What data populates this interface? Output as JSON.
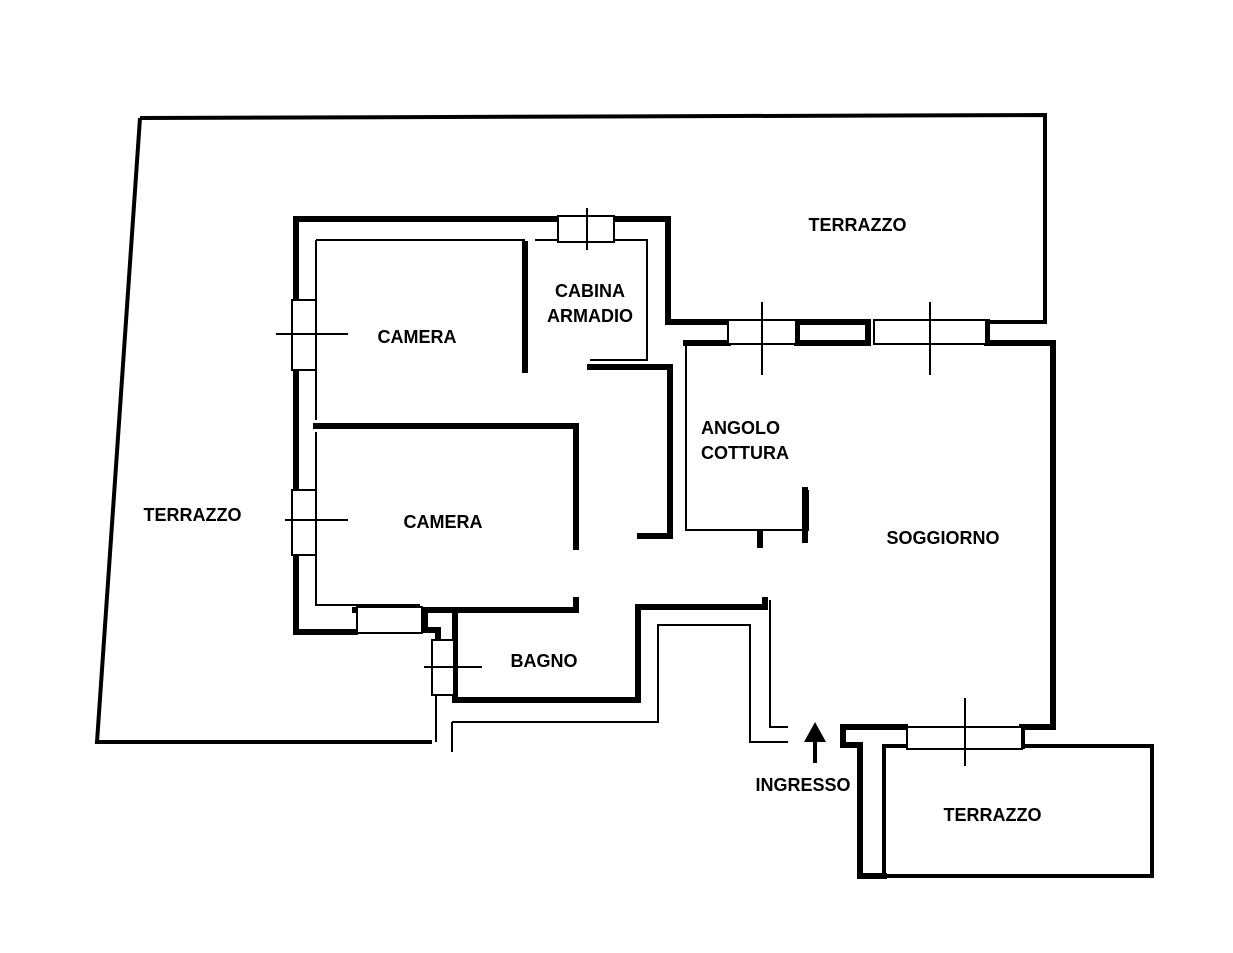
{
  "rooms": {
    "terrazzo_top": "TERRAZZO",
    "terrazzo_left": "TERRAZZO",
    "terrazzo_bottom": "TERRAZZO",
    "cabina_line1": "CABINA",
    "cabina_line2": "ARMADIO",
    "camera_top": "CAMERA",
    "camera_bottom": "CAMERA",
    "angolo_line1": "ANGOLO",
    "angolo_line2": "COTTURA",
    "soggiorno": "SOGGIORNO",
    "bagno": "BAGNO",
    "ingresso": "INGRESSO"
  },
  "icons": {
    "entrance": "arrow-up-icon",
    "windows": "window-icon"
  }
}
